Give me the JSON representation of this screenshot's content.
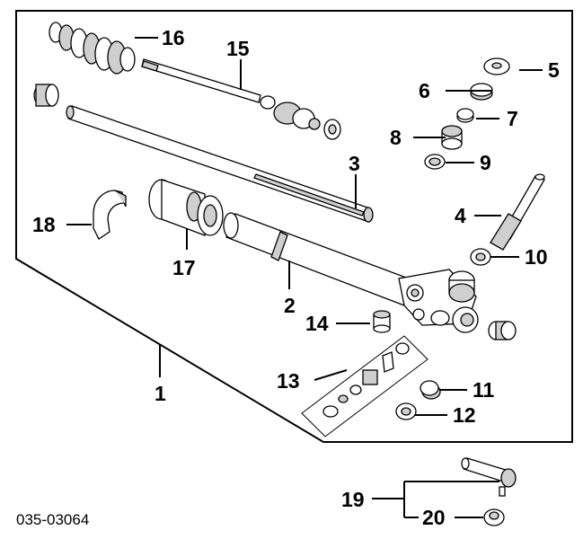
{
  "diagram": {
    "part_numbers": [
      "1",
      "2",
      "3",
      "4",
      "5",
      "6",
      "7",
      "8",
      "9",
      "10",
      "11",
      "12",
      "13",
      "14",
      "15",
      "16",
      "17",
      "18",
      "19",
      "20"
    ],
    "code": "035-03064"
  },
  "colors": {
    "line": "#000000",
    "part_fill": "#ffffff",
    "part_shade": "#cfcfcf",
    "background": "#ffffff"
  }
}
